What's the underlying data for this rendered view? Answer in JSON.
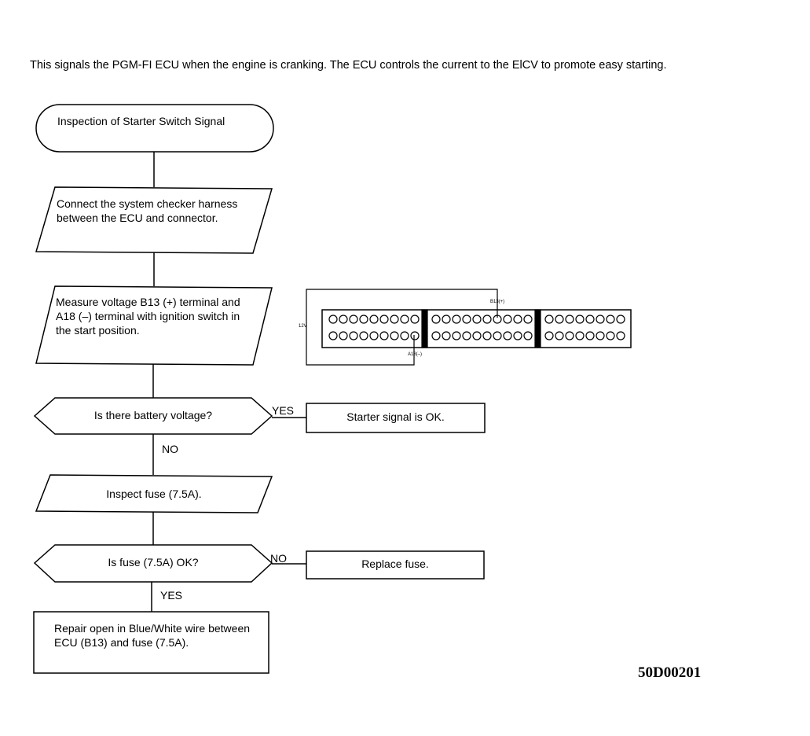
{
  "intro": "This signals the PGM-FI ECU when the engine is cranking. The ECU controls the current to the ElCV to promote easy starting.",
  "flow": {
    "start": "Inspection of Starter Switch Signal",
    "step1": "Connect the system checker harness between the ECU and connector.",
    "step2": "Measure voltage B13 (+) terminal and A18 (–) terminal with ignition switch in the start position.",
    "decision1": "Is there battery voltage?",
    "decision1_yes": "YES",
    "decision1_no": "NO",
    "result_ok": "Starter signal is OK.",
    "step3": "Inspect fuse (7.5A).",
    "decision2": "Is fuse (7.5A) OK?",
    "decision2_no": "NO",
    "decision2_yes": "YES",
    "result_replace": "Replace fuse.",
    "result_repair": "Repair open in Blue/White wire between ECU (B13) and fuse (7.5A)."
  },
  "connector": {
    "label_b13": "B13(+)",
    "label_a18": "A18(–)",
    "label_v": "12V"
  },
  "figure_code": "50D00201"
}
